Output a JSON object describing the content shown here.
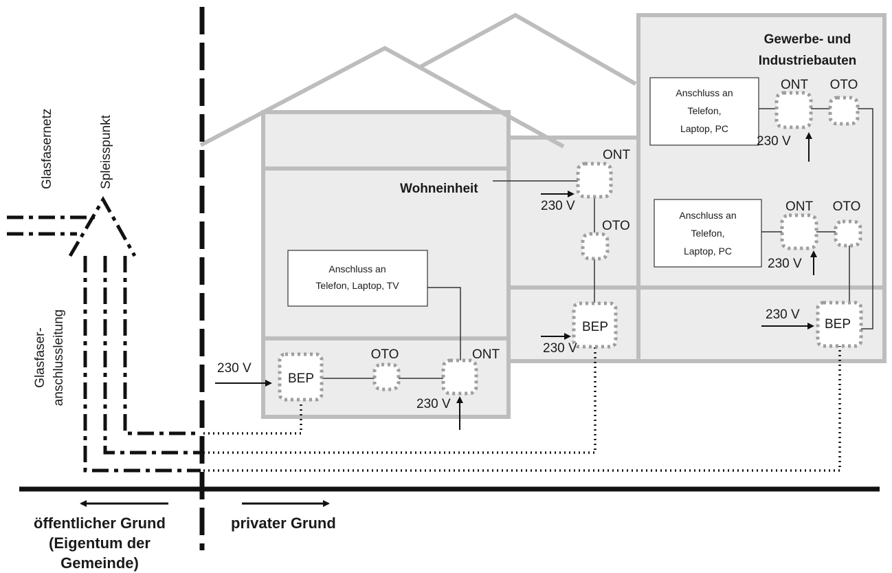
{
  "labels": {
    "glasfasernetz": "Glasfasernetz",
    "spleisspunkt": "Spleisspunkt",
    "anschlussleitung_1": "Glasfaser-",
    "anschlussleitung_2": "anschlussleitung",
    "wohneinheit": "Wohneinheit",
    "gewerbe_1": "Gewerbe- und",
    "gewerbe_2": "Industriebauten",
    "public_1": "öffentlicher Grund",
    "public_2": "(Eigentum der",
    "public_3": "Gemeinde)",
    "private": "privater Grund"
  },
  "devices": {
    "bep": "BEP",
    "ont": "ONT",
    "oto": "OTO",
    "power": "230 V"
  },
  "boxes": {
    "house_line1": "Anschluss an",
    "house_line2": "Telefon, Laptop, TV",
    "office_line1": "Anschluss an",
    "office_line2": "Telefon,",
    "office_line3": "Laptop, PC"
  },
  "colors": {
    "building_fill": "#ececec",
    "building_stroke": "#bdbdbd",
    "cable": "#111111"
  }
}
